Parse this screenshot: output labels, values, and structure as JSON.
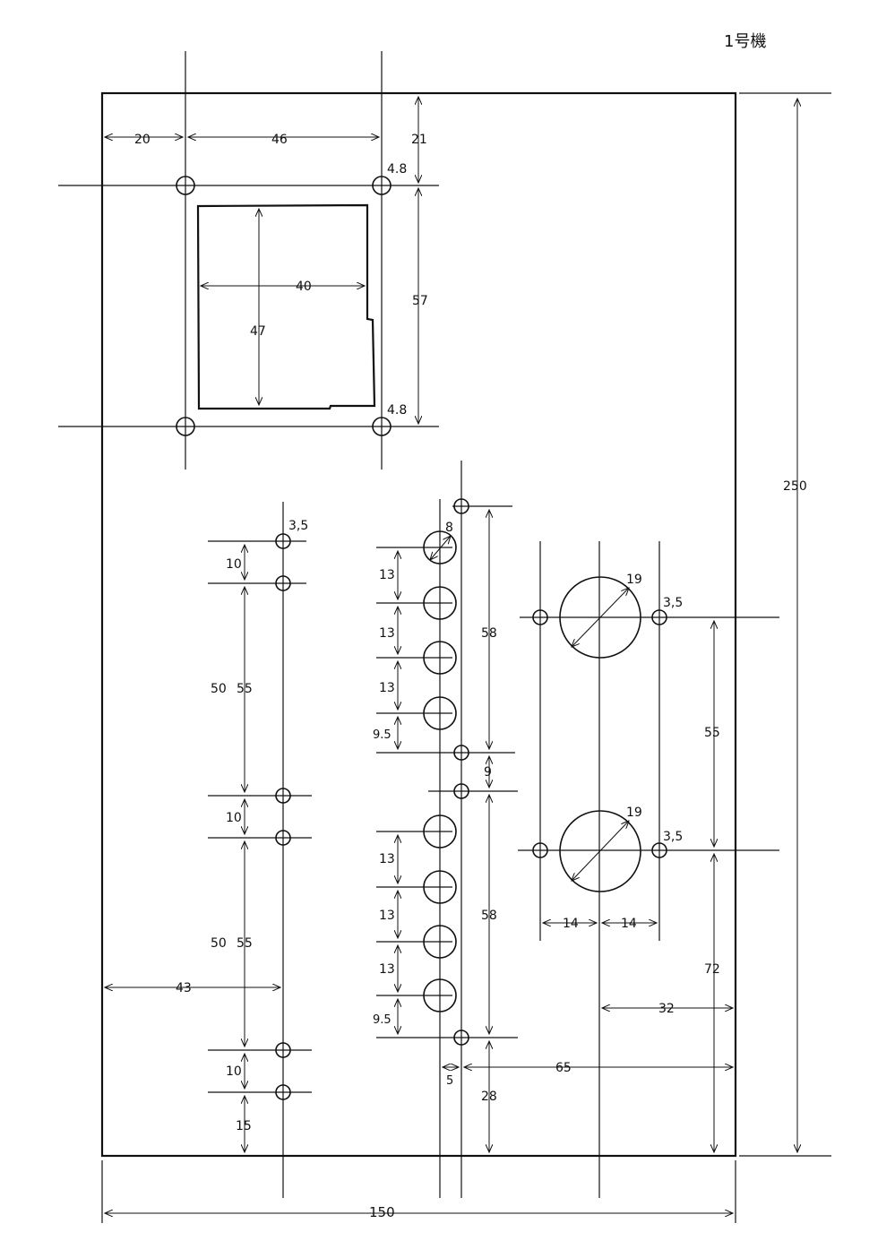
{
  "title": "1号機",
  "panel": {
    "width_label": "150",
    "height_label": "250"
  },
  "display": {
    "offset_left": "20",
    "hole_spacing": "46",
    "offset_top": "21",
    "hole_vspacing": "57",
    "hole_dia": "4.8",
    "window_w": "40",
    "window_h": "47"
  },
  "left_column": {
    "hole_dia": "3,5",
    "gap": "10",
    "inner": "50",
    "outer": "55",
    "offset_x": "43",
    "bottom": "15"
  },
  "middle_column": {
    "jack_dia": "8",
    "pitch": "13",
    "last": "9.5",
    "span": "58",
    "mid_gap": "9",
    "offset": "5",
    "bottom": "28"
  },
  "right_group": {
    "large_dia": "19",
    "small_dia": "3,5",
    "v_spacing": "55",
    "half_w": "14",
    "from_right": "32",
    "from_bottom": "72",
    "from_col": "65"
  }
}
